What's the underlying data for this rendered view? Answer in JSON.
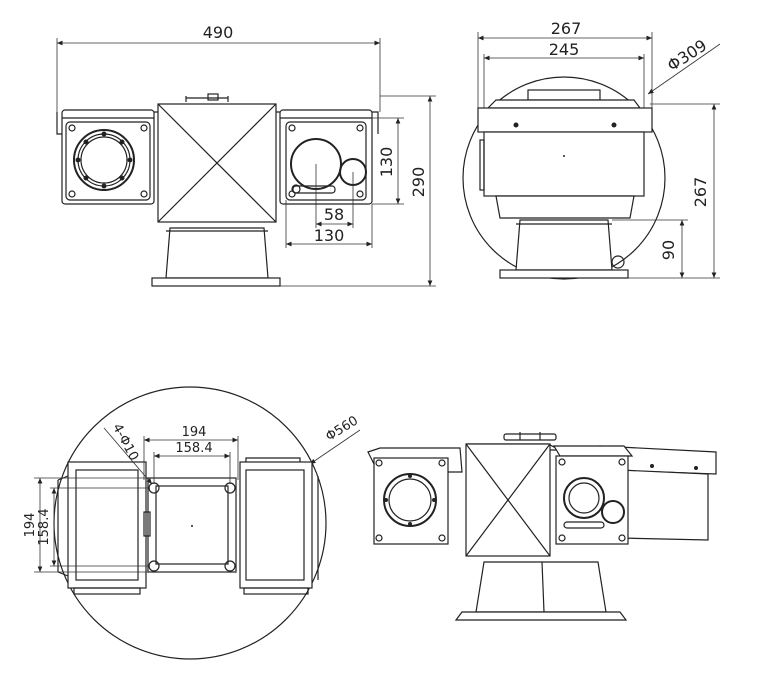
{
  "front_view": {
    "overall_width": "490",
    "window_height": "130",
    "overall_height": "290",
    "lens_spacing": "58",
    "window_width": "130"
  },
  "side_view": {
    "overall_width": "267",
    "inner_width": "245",
    "swing_diameter": "Φ309",
    "overall_height": "267",
    "base_height": "90"
  },
  "top_view": {
    "hole_spec": "4-Φ10",
    "swing_diameter": "Φ560",
    "bolt_span_x": "194",
    "hole_span_x": "158.4",
    "bolt_span_y": "194",
    "hole_span_y": "158.4"
  }
}
